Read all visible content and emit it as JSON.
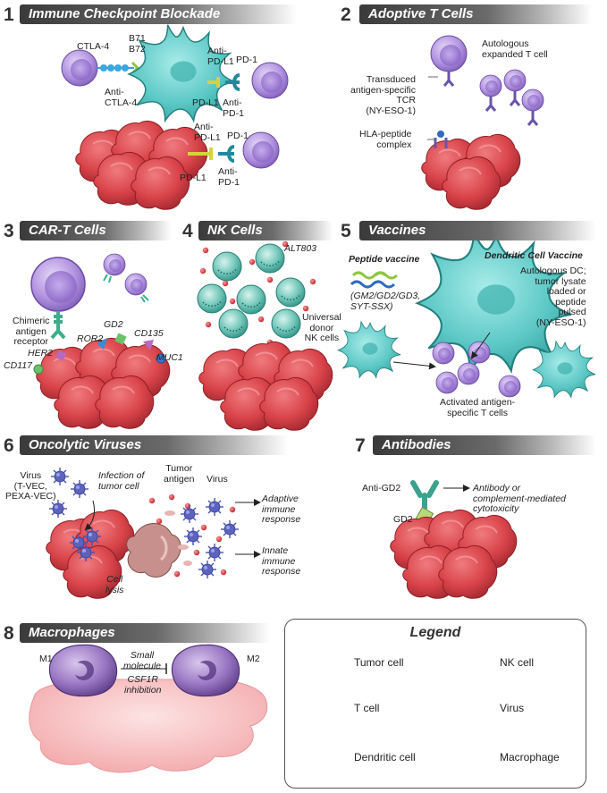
{
  "panels": [
    {
      "number": "1",
      "title": "Immune Checkpoint Blockade"
    },
    {
      "number": "2",
      "title": "Adoptive T Cells"
    },
    {
      "number": "3",
      "title": "CAR-T Cells"
    },
    {
      "number": "4",
      "title": "NK Cells"
    },
    {
      "number": "5",
      "title": "Vaccines"
    },
    {
      "number": "6",
      "title": "Oncolytic Viruses"
    },
    {
      "number": "7",
      "title": "Antibodies"
    },
    {
      "number": "8",
      "title": "Macrophages"
    }
  ],
  "p1": {
    "ctla4": "CTLA-4",
    "b7": "B71\nB72",
    "anti_ctla4": "Anti-\nCTLA-4",
    "anti_pdl1_a": "Anti-\nPD-L1",
    "pd1_a": "PD-1",
    "pdl1_a": "PD-L1",
    "anti_pd1_a": "Anti-\nPD-1",
    "anti_pdl1_b": "Anti-\nPD-L1",
    "pd1_b": "PD-1",
    "pdl1_b": "PD-L1",
    "anti_pd1_b": "Anti-\nPD-1"
  },
  "p2": {
    "autologous": "Autologous\nexpanded T cell",
    "tcr": "Transduced\nantigen-specific\nTCR\n(NY-ESO-1)",
    "hla": "HLA-peptide\ncomplex"
  },
  "p3": {
    "car": "Chimeric\nantigen\nreceptor",
    "gd2": "GD2",
    "ror2": "ROR2",
    "cd135": "CD135",
    "her2": "HER2",
    "muc1": "MUC1",
    "cd117": "CD117"
  },
  "p4": {
    "alt803": "ALT803",
    "donor": "Universal\ndonor\nNK cells"
  },
  "p5": {
    "peptide_vaccine": "Peptide vaccine",
    "peptides": "(GM2/GD2/GD3,\nSYT-SSX)",
    "dc_vaccine": "Dendritic Cell Vaccine",
    "dc_desc": "Autologous DC;\ntumor lysate\nloaded or\npeptide\npulsed\n(NY-ESO-1)",
    "activated": "Activated antigen-\nspecific T cells"
  },
  "p6": {
    "virus_types": "Virus\n(T-VEC,\nPEXA-VEC)",
    "infection": "Infection of\ntumor cell",
    "tumor_antigen": "Tumor\nantigen",
    "virus": "Virus",
    "adaptive": "Adaptive\nimmune\nresponse",
    "innate": "Innate\nimmune\nresponse",
    "lysis": "Cell\nlysis"
  },
  "p7": {
    "anti_gd2": "Anti-GD2",
    "gd2": "GD2",
    "cytotox": "Antibody or\ncomplement-mediated\ncytotoxicity"
  },
  "p8": {
    "m1": "M1",
    "m2": "M2",
    "small_molecule": "Small\nmolecule",
    "csf1r": "CSF1R\ninhibition"
  },
  "legend": {
    "title": "Legend",
    "tumor": "Tumor cell",
    "t_cell": "T cell",
    "dendritic": "Dendritic cell",
    "nk": "NK cell",
    "virus": "Virus",
    "macrophage": "Macrophage"
  },
  "colors": {
    "tumor": "#d94a4e",
    "t_cell": "#a98bd6",
    "dendritic": "#5bc7c4",
    "nk": "#4cb3a6",
    "virus": "#6a72c4",
    "macrophage": "#8d6cb5",
    "banner": "#4a4a4a"
  }
}
